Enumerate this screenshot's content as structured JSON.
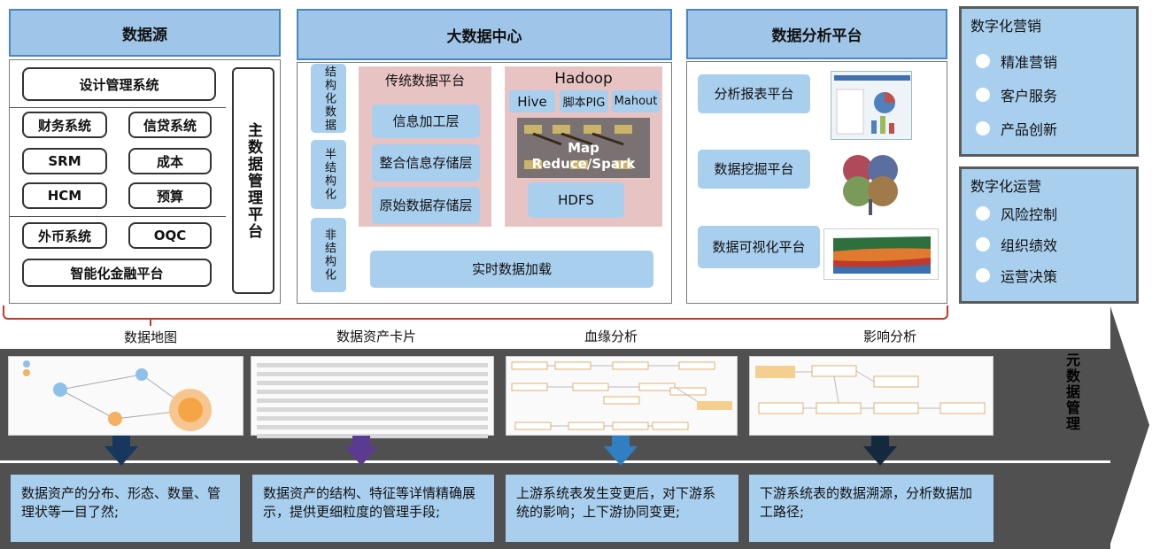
{
  "data_source": {
    "title": "数据源",
    "systems": [
      "设计管理系统",
      "财务系统",
      "信贷系统",
      "SRM",
      "成本",
      "HCM",
      "预算",
      "外币系统",
      "OQC",
      "智能化金融平台"
    ],
    "master_data": "主数据管理平台"
  },
  "big_data_center": {
    "title": "大数据中心",
    "data_types": [
      "结构化数据",
      "半结构化",
      "非结构化"
    ],
    "traditional": {
      "title": "传统数据平台",
      "layers": [
        "信息加工层",
        "整合信息存储层",
        "原始数据存储层"
      ]
    },
    "hadoop": {
      "title": "Hadoop",
      "tools": [
        "Hive",
        "脚本PIG",
        "Mahout"
      ],
      "engine": "Map Reduce/Spark",
      "hdfs": "HDFS"
    },
    "realtime": "实时数据加载"
  },
  "analysis_platform": {
    "title": "数据分析平台",
    "items": [
      "分析报表平台",
      "数据挖掘平台",
      "数据可视化平台"
    ]
  },
  "digital_marketing": {
    "title": "数字化营销",
    "items": [
      "精准营销",
      "客户服务",
      "产品创新"
    ]
  },
  "digital_operation": {
    "title": "数字化运营",
    "items": [
      "风险控制",
      "组织绩效",
      "运营决策"
    ]
  },
  "metadata_management": "元数据管理",
  "features": [
    {
      "caption": "数据地图",
      "desc": "数据资产的分布、形态、数量、管理状等一目了然;",
      "color": "#17375e"
    },
    {
      "caption": "数据资产卡片",
      "desc": "数据资产的结构、特征等详情精确展示，提供更细粒度的管理手段;",
      "color": "#5b3a91"
    },
    {
      "caption": "血缘分析",
      "desc": "上游系统表发生变更后，对下游系统的影响；上下游协同变更;",
      "color": "#2f7fc2"
    },
    {
      "caption": "影响分析",
      "desc": "下游系统表的数据溯源，分析数据加工路径;",
      "color": "#14283e"
    }
  ]
}
